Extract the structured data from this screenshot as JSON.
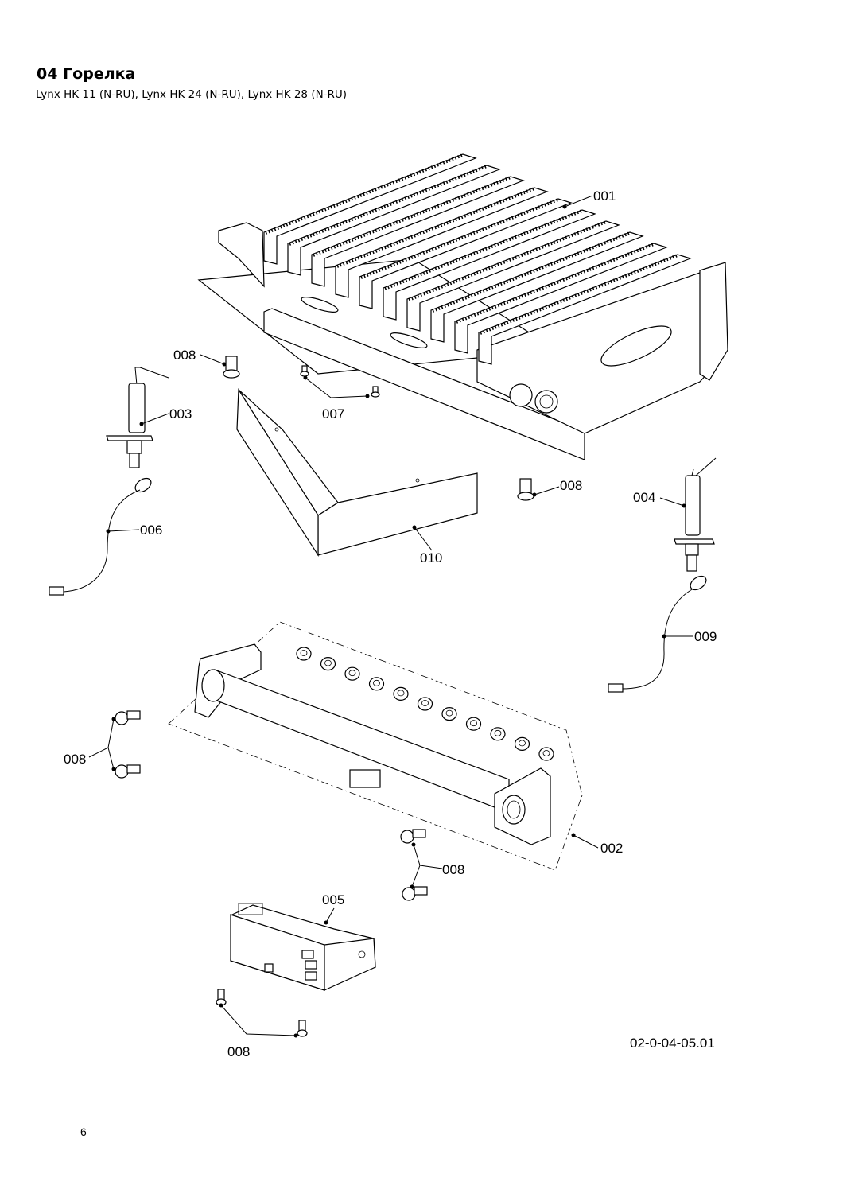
{
  "header": {
    "title": "04 Горелка",
    "subtitle": "Lynx HK 11 (N-RU), Lynx HK 24 (N-RU), Lynx HK 28 (N-RU)"
  },
  "callouts": {
    "p001": "001",
    "p002": "002",
    "p003": "003",
    "p004": "004",
    "p005": "005",
    "p006": "006",
    "p007": "007",
    "p008a": "008",
    "p008b": "008",
    "p008c": "008",
    "p008d": "008",
    "p008e": "008",
    "p009": "009",
    "p010": "010"
  },
  "footer": {
    "doc_code": "02-0-04-05.01",
    "page_number": "6"
  }
}
